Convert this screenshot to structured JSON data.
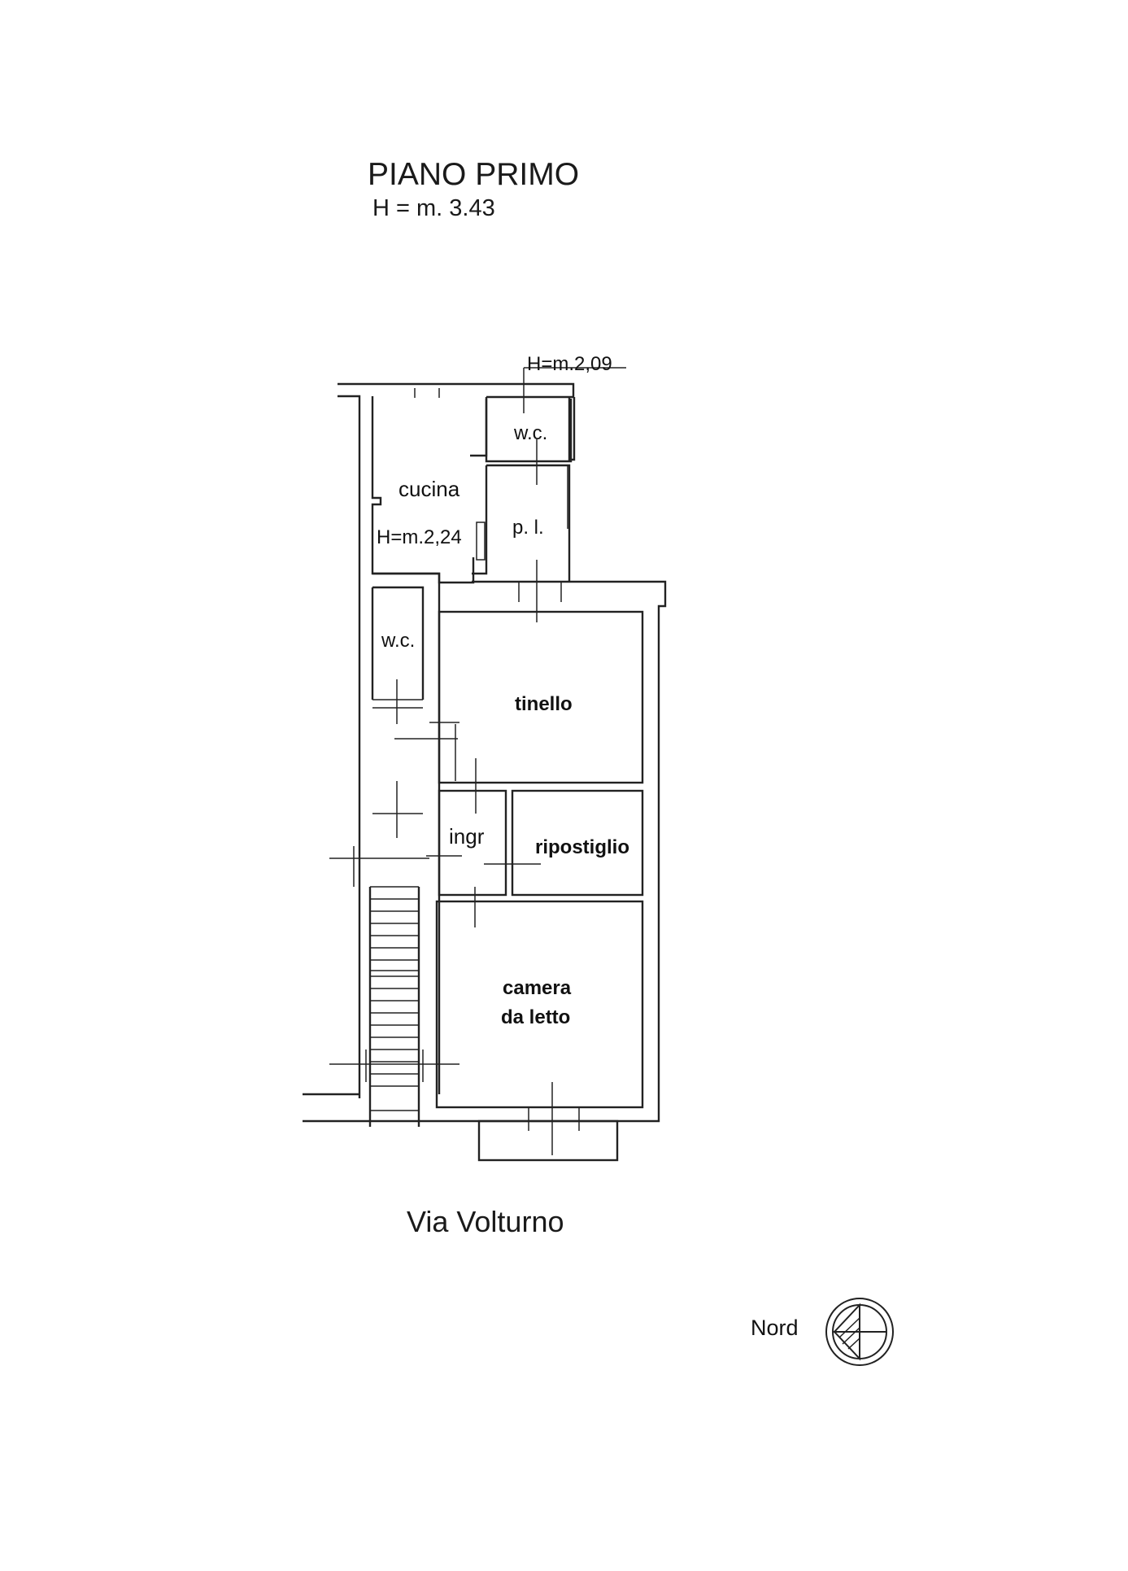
{
  "title": "PIANO PRIMO",
  "height_note": "H = m. 3.43",
  "rooms": {
    "wc_top": "w.c.",
    "wc_top_height": "H=m.2,09",
    "cucina": "cucina",
    "cucina_height": "H=m.2,24",
    "pl": "p. l.",
    "wc_left": "w.c.",
    "tinello": "tinello",
    "ingr": "ingr",
    "ripostiglio": "ripostiglio",
    "camera_line1": "camera",
    "camera_line2": "da letto"
  },
  "street": "Via Volturno",
  "north_label": "Nord"
}
